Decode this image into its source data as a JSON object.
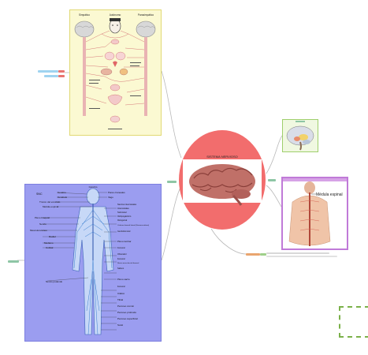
{
  "central": {
    "title": "SISTEMA NERVIOSO"
  },
  "autonomic": {
    "left_title": "Simpático",
    "center_title": "Autónomo",
    "right_title": "Parasimpático"
  },
  "peripheral": {
    "header": "Cerebro",
    "left_labels": [
      "SNC",
      "Cerebro",
      "Cerebelo",
      "Tronco del encéfalo",
      "Médula espinal",
      "Plexo braquial",
      "Nervio",
      "Musculocutáneo",
      "Radial",
      "Mediano",
      "Cubital",
      "Nervio pudendo"
    ],
    "right_labels": [
      "Pares craneales",
      "Vago",
      "Nervios intercostales",
      "Intercostales",
      "Subcostal",
      "Iliohipogástrico",
      "Ilioinguinal",
      "Cutáneo femoral lateral (Femorocutáneo)",
      "Genitofemoral",
      "Plexo lumbar",
      "Femoral",
      "Obturador",
      "Femoral",
      "Nervio muscular del femoral",
      "Safeno",
      "Plexo sacro",
      "Femoral",
      "Ciático",
      "Tibial",
      "Peroneo común",
      "Peroneo profundo",
      "Peroneo superficial",
      "Sural"
    ]
  },
  "spinal": {
    "label": "Médula espinal"
  },
  "colors": {
    "center_circle": "#f26d6d",
    "autonomic_bg": "#fbf9d2",
    "peripheral_bg": "#9b9df0",
    "brain_card_border": "#9fcf6c",
    "spinal_card_border": "#c07ad8",
    "dashed_frame": "#7bb14a"
  }
}
